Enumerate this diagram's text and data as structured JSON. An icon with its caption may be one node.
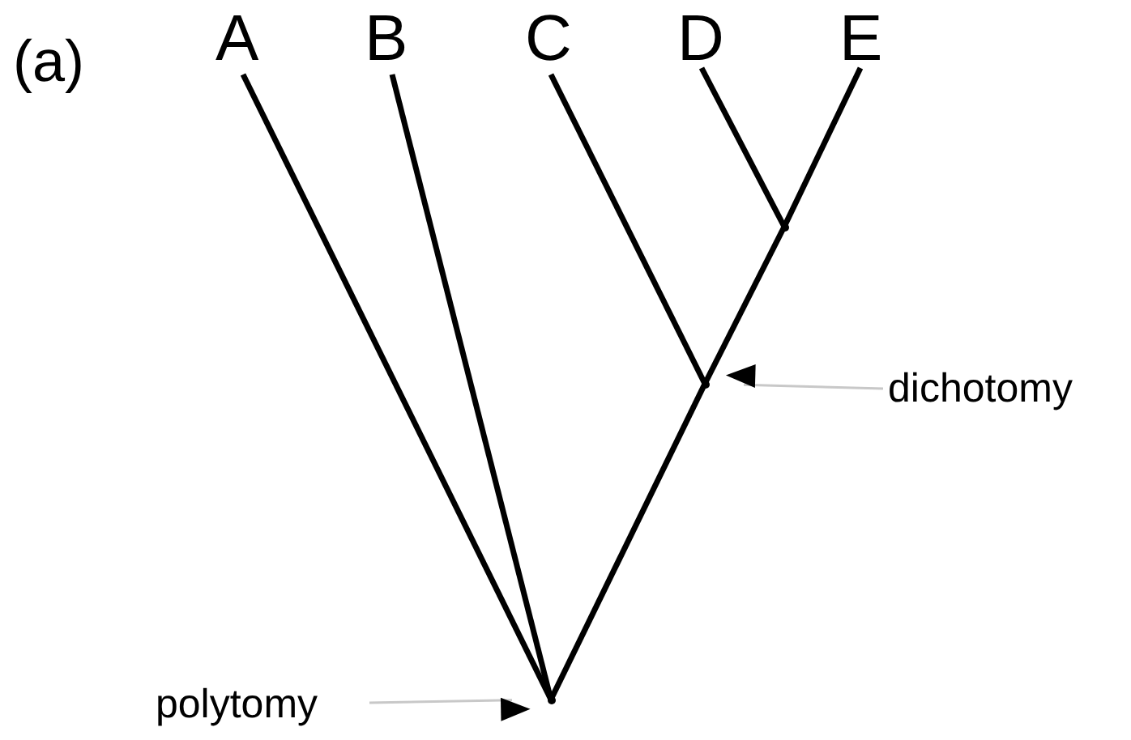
{
  "diagram": {
    "nodes": [
      {
        "text": [
          "A"
        ]
      },
      {
        "text": [
          "B"
        ]
      },
      {
        "text": [
          "C"
        ]
      },
      {
        "text": [
          "D"
        ]
      },
      {
        "text": [
          "E"
        ]
      },
      {
        "text": [],
        "shape": "point"
      },
      {
        "text": [],
        "shape": "point"
      },
      {
        "text": [],
        "shape": "point"
      },
      {
        "text": [
          "dichotomy"
        ]
      },
      {
        "text": [
          "polytomy"
        ]
      }
    ],
    "edges": [
      {
        "from": 7,
        "to": 0,
        "arrow": "none"
      },
      {
        "from": 7,
        "to": 1,
        "arrow": "none"
      },
      {
        "from": 7,
        "to": 6,
        "arrow": "none"
      },
      {
        "from": 6,
        "to": 2,
        "arrow": "none"
      },
      {
        "from": 6,
        "to": 5,
        "arrow": "none"
      },
      {
        "from": 5,
        "to": 3,
        "arrow": "none"
      },
      {
        "from": 5,
        "to": 4,
        "arrow": "none"
      },
      {
        "from": 8,
        "to": 6,
        "arrow": "to",
        "color": "#c8c8c8"
      },
      {
        "from": 9,
        "to": 7,
        "arrow": "to",
        "color": "#c8c8c8"
      }
    ],
    "labels": [
      "(a)"
    ]
  }
}
